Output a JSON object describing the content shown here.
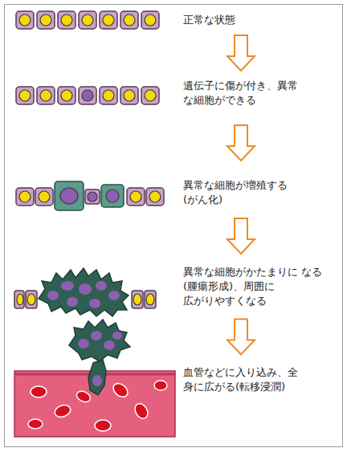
{
  "diagram": {
    "nodes": [
      {
        "text": [
          "正常な状態"
        ]
      },
      {
        "text": [
          "遺伝子に傷が付き、異常 な細胞ができる"
        ]
      },
      {
        "text": [
          "異常な細胞が増殖する (がん化)"
        ]
      },
      {
        "text": [
          "異常な細胞がかたまりに なる(腫瘍形成)、周囲に 広がりやすくなる"
        ]
      },
      {
        "text": [
          "血管などに入り込み、全 身に広がる(転移浸潤)"
        ]
      }
    ],
    "edges": [
      {
        "from": 0,
        "to": 1,
        "arrow": "to"
      },
      {
        "from": 1,
        "to": 2,
        "arrow": "to"
      },
      {
        "from": 2,
        "to": 3,
        "arrow": "to"
      },
      {
        "from": 3,
        "to": 4,
        "arrow": "to"
      }
    ]
  }
}
